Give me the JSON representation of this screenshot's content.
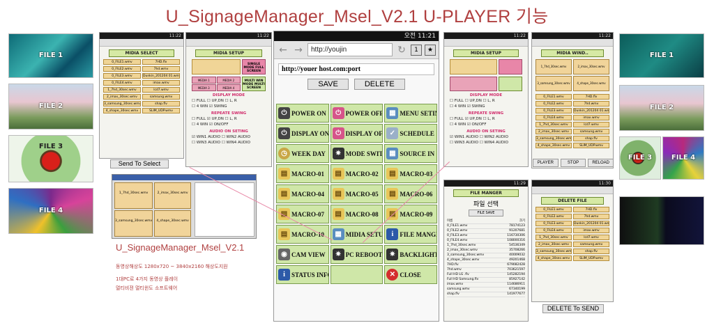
{
  "title": "U_SignageManager_Msel_V2.1 U-PLAYER 기능",
  "photos": {
    "file1": "FILE 1",
    "file2": "FILE 2",
    "file3": "FILE 3",
    "file4": "FILE 4",
    "file5": "FILE 1",
    "file6": "FILE 2",
    "file7": "FILE 3",
    "file8": "FILE 4"
  },
  "left_panel1": {
    "tag": "MIDIA SELECT",
    "rows": [
      [
        "0_FILE1.wmv",
        "7HD.flv"
      ],
      [
        "0_FILE2.wmv",
        "7hd.wmv"
      ],
      [
        "0_FILE3.wmv",
        "Dunkin_201204 01.wmv"
      ],
      [
        "0_FILE4.wmv",
        "imax.wmv"
      ],
      [
        "1_7hd_30sec.wmv",
        "lcd7.wmv"
      ],
      [
        "2_imax_30sec.wmv",
        "samsung.wmv"
      ],
      [
        "3_samsung_30sec.wmv",
        "shap.flv"
      ],
      [
        "4_shape_30sec.wmv",
        "SLIM_UDP.wmv"
      ]
    ],
    "send_button": "Send To  Select"
  },
  "left_panel2": {
    "tag": "MIDIA SETUP",
    "single_mode": "SINGLE MODE FULL SCREEN",
    "multi_mode": "MULTI WIN MODE MULTI SCREEN",
    "media_cells": [
      "MEDIA 1",
      "MEDIA 2",
      "MEDIA 3",
      "MEDIA 4"
    ],
    "display_mode_label": "DISPLAY MODE",
    "display_opts": [
      "FULL",
      "UP,DN",
      "L, R",
      "4 WIN",
      "SWING"
    ],
    "repeat_label": "REPEATE SWING",
    "repeat_opts": [
      "FULL",
      "UP,DN",
      "L, R",
      "4 WIN",
      "ON/OFF"
    ],
    "audio_label": "AUDIO ON SETING",
    "audio_opts": [
      "WIN1 AUDIO",
      "WIN2 AUDIO",
      "WIN3 AUDIO",
      "WIN4 AUDIO"
    ]
  },
  "center": {
    "time": "오전 11:21",
    "url": "http://youjin",
    "host": "http://youer host.com:port",
    "save": "SAVE",
    "delete": "DELETE",
    "buttons": [
      "POWER ON",
      "POWER OFF",
      "MENU SETING",
      "DISPLAY ON",
      "DISPLAY OFF",
      "SCHEDULE",
      "WEEK DAY",
      "MODE SWITCH",
      "SOURCE IN",
      "MACRO-01",
      "MACRO-02",
      "MACRO-03",
      "MACRO-04",
      "MACRO-05",
      "MACRO-06",
      "MACRO-07",
      "MACRO-08",
      "MACRO-09",
      "MACRO-10",
      "MIDIA SETUP",
      "FILE MANGER",
      "CAM VIEW",
      "PC REBOOT",
      "BACKLIGHT",
      "STATUS INFO",
      "",
      "CLOSE"
    ]
  },
  "product": {
    "name": "U_SignageManager_Msel_V2.1",
    "line1": "동영상해상도 1280x720 ~ 3840x2160 해상도지원",
    "line2": "1대PC로 4가지 동영상 플레이",
    "line3": "멀티비젼 멀티윈도 소프트웨어"
  },
  "winshot": {
    "cells": [
      "1_7hd_30sec.wmv",
      "2_imax_30sec.wmv",
      "3_samsung_30sec.wmv",
      "4_shape_30sec.wmv"
    ]
  },
  "right_panel1": {
    "tag": "MIDIA SETUP",
    "display_mode_label": "DISPLAY MODE",
    "repeat_label": "REPEATE SWING",
    "audio_label": "AUDIO ON SETING",
    "audio_opts": [
      "WIN1 AUDIO",
      "WIN2 AUDIO",
      "WIN3 AUDIO",
      "WIN4 AUDIO"
    ]
  },
  "right_panel2": {
    "tag": "MIDIA WIND..",
    "player": "PLAYER",
    "stop": "STOP",
    "reload": "RELOAD"
  },
  "file_manager": {
    "tag": "FILE MANGER",
    "heading": "파일 선택",
    "file_save": "FILE SAVE",
    "col_name": "이름",
    "col_size": "크기",
    "rows": [
      [
        "0_FILE1.wmv",
        "78174123"
      ],
      [
        "0_FILE2.wmv",
        "91207681"
      ],
      [
        "0_FILE3.wmv",
        "116730306"
      ],
      [
        "0_FILE4.wmv",
        "108000316"
      ],
      [
        "1_7hd_30sec.wmv",
        "54536349"
      ],
      [
        "2_imax_30sec.wmv",
        "35708266"
      ],
      [
        "3_samsung_30sec.wmv",
        "40009032"
      ],
      [
        "4_shape_30sec.wmv",
        "49201468"
      ],
      [
        "7HD.flv",
        "679082428"
      ],
      [
        "7hd.wmv",
        "703621597"
      ],
      [
        "Full HD LG .flv",
        "145282194"
      ],
      [
        "Full HD Samsung.flv",
        "85927142"
      ],
      [
        "imax.wmv",
        "114686911"
      ],
      [
        "samsung.wmv",
        "67340199"
      ],
      [
        "shap.flv",
        "141977677"
      ]
    ]
  },
  "delete_panel": {
    "tag": "DELETE FILE",
    "button": "DELETE To SEND"
  }
}
